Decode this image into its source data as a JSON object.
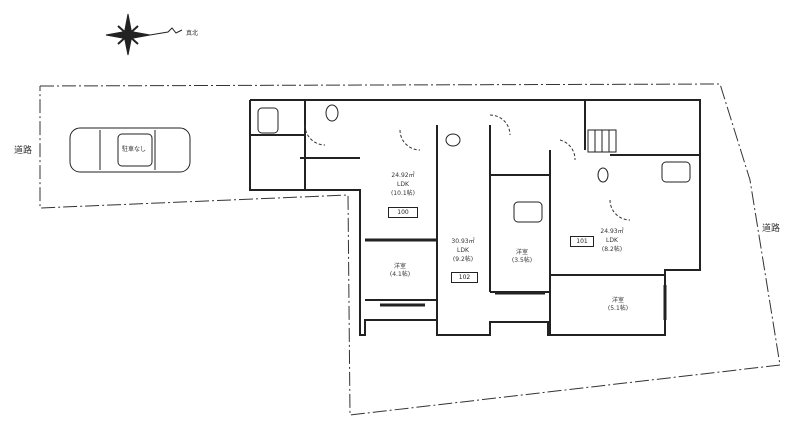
{
  "compass": {
    "label": "真北",
    "icon": "compass-rose-icon"
  },
  "roads": [
    {
      "label": "道路",
      "side": "left"
    },
    {
      "label": "道路",
      "side": "right"
    }
  ],
  "parking": {
    "label": "駐車なし",
    "icon": "car-icon"
  },
  "units": [
    {
      "number": "100",
      "area": "24.92㎡",
      "type": "LDK",
      "size": "(10.1帖)"
    },
    {
      "number": "102",
      "area": "30.93㎡",
      "type": "LDK",
      "size": "(9.2帖)"
    },
    {
      "number": "101",
      "area": "24.93㎡",
      "type": "LDK",
      "size": "(8.2帖)"
    }
  ],
  "bedrooms": [
    {
      "label": "洋室",
      "size": "(4.1帖)",
      "unit": "100"
    },
    {
      "label": "洋室",
      "size": "(3.5帖)",
      "unit": "102"
    },
    {
      "label": "洋室",
      "size": "(5.1帖)",
      "unit": "101"
    }
  ],
  "colors": {
    "line": "#222222",
    "background": "#ffffff",
    "dashed": "#333333"
  }
}
